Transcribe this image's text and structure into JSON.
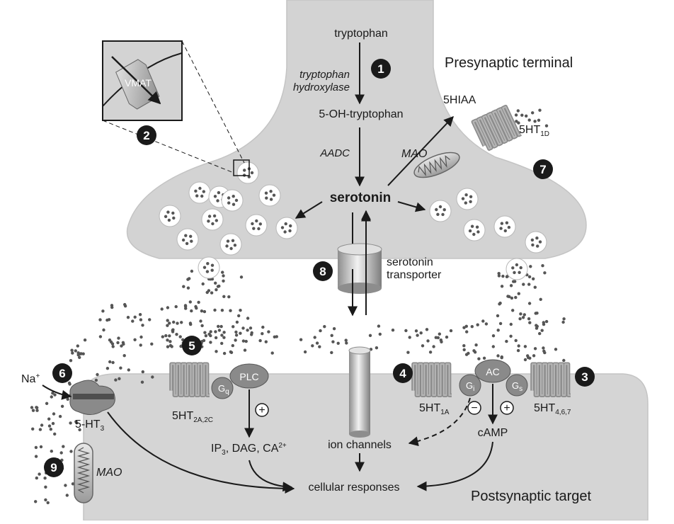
{
  "regions": {
    "presynaptic": "Presynaptic terminal",
    "postsynaptic": "Postsynaptic target"
  },
  "molecules": {
    "tryptophan": "tryptophan",
    "enzyme1_line1": "tryptophan",
    "enzyme1_line2": "hydroxylase",
    "oh_tryptophan": "5-OH-tryptophan",
    "aadc": "AADC",
    "serotonin": "serotonin",
    "mao_pre": "MAO",
    "hiaa": "5HIAA",
    "vmat": "VMAT",
    "transporter_line1": "serotonin",
    "transporter_line2": "transporter",
    "na": "Na",
    "na_sup": "+",
    "ht3": "5-HT",
    "ht3_sub": "3",
    "mao_post": "MAO",
    "plc": "PLC",
    "gq": "G",
    "gq_sub": "q",
    "gi": "G",
    "gi_sub": "i",
    "gs": "G",
    "gs_sub": "s",
    "ac": "AC",
    "ip3": "IP",
    "ip3_sub": "3",
    "dag": ", DAG, CA",
    "ca_sup": "2+",
    "ion_channels": "ion channels",
    "camp": "cAMP",
    "cellular": "cellular responses",
    "plus": "+",
    "minus": "−"
  },
  "receptors": {
    "r1d": "5HT",
    "r1d_sub": "1D",
    "r2a": "5HT",
    "r2a_sub": "2A,2C",
    "r1a": "5HT",
    "r1a_sub": "1A",
    "r467": "5HT",
    "r467_sub": "4,6,7"
  },
  "steps": [
    "1",
    "2",
    "3",
    "4",
    "5",
    "6",
    "7",
    "8",
    "9"
  ],
  "colors": {
    "cell_fill": "#d3d3d3",
    "cell_edge": "#bfbfbf",
    "receptor": "#8a8a8a",
    "dark": "#222222",
    "dots": "#555555"
  }
}
